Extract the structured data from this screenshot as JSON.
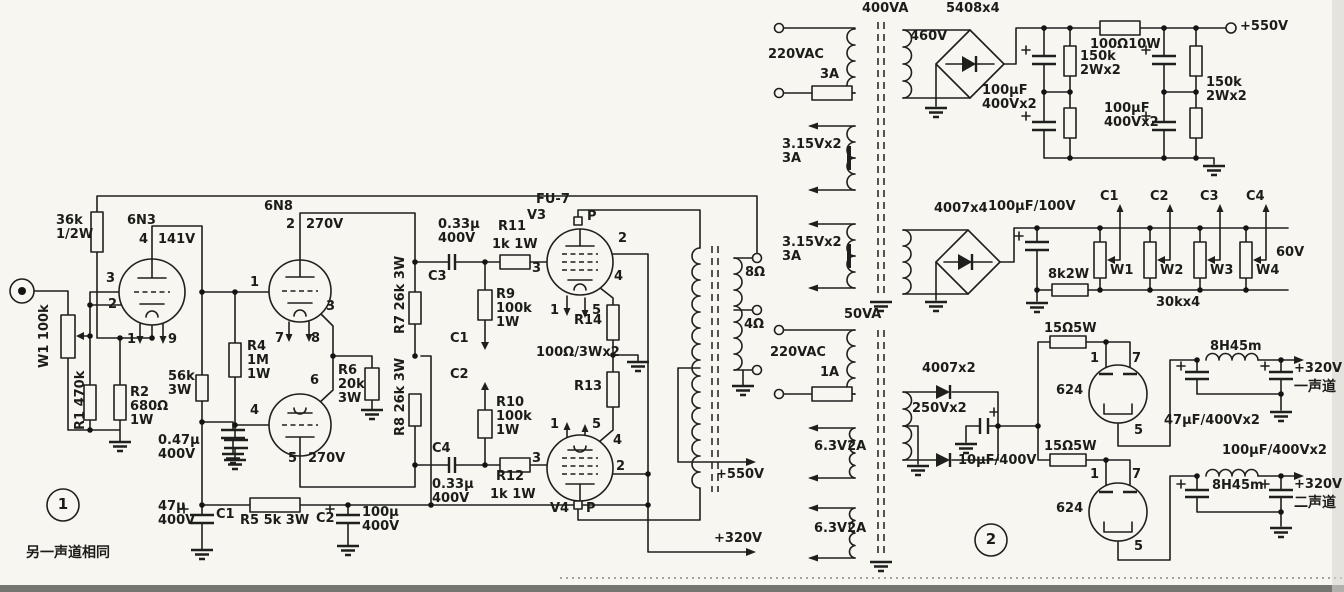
{
  "amp": {
    "badge": "1",
    "note": "另一声道相同",
    "pot_w1": "W1 100k",
    "r1": "R1 470k",
    "r2": "R2\n680Ω\n1W",
    "nfb": "36k\n1/2W",
    "v1_name": "6N3",
    "v1_pin4": "4",
    "v1_plate_v": "141V",
    "v1_pin3": "3",
    "v1_pin2": "2",
    "v1_pin1": "1",
    "v1_pin9": "9",
    "rk": "56k\n3W",
    "ck": "0.47µ\n400V",
    "c1_name": "C1",
    "c1_val": "47µ\n400V",
    "r4": "R4\n1M\n1W",
    "v2_name": "6N8",
    "v2_pin2": "2",
    "v2_plate_v": "270V",
    "v2_pin1": "1",
    "v2_pin7": "7",
    "v2_pin8": "8",
    "v2_pin3": "3",
    "v2_pin6": "6",
    "v2_pin4": "4",
    "v2_pin5": "5",
    "v2_plate_v2": "270V",
    "r6": "R6\n20k\n3W",
    "r5": "R5 5k 3W",
    "c2_name": "C2",
    "c2_val": "100µ\n400V",
    "r7": "R7 26k 3W",
    "r8": "R8 26k 3W",
    "c3_name": "C3",
    "c3_val": "0.33µ\n400V",
    "c4_name": "C4",
    "c4_val": "0.33µ\n400V",
    "r9": "R9\n100k\n1W",
    "r10": "R10\n100k\n1W",
    "r11": "R11",
    "r11_val": "1k 1W",
    "r12": "R12",
    "r12_val": "1k 1W",
    "bias_c1": "C1",
    "bias_c2": "C2",
    "v3_name": "FU-7",
    "v3_id": "V3",
    "v3_p": "P",
    "v3_pin2": "2",
    "v3_pin3": "3",
    "v3_pin1": "1",
    "v3_pin5": "5",
    "v3_pin4": "4",
    "v4_id": "V4",
    "v4_p": "P",
    "v4_pin1": "1",
    "v4_pin5": "5",
    "v4_pin4": "4",
    "v4_pin2": "2",
    "v4_pin3": "3",
    "r14": "R14",
    "r13": "R13",
    "rk_out": "100Ω/3Wx2",
    "tap8": "8Ω",
    "tap4": "4Ω",
    "rail550": "+550V",
    "rail320": "+320V"
  },
  "psu": {
    "badge": "2",
    "t1_va": "400VA",
    "t1_mains": "220VAC",
    "t1_fuse": "3A",
    "t1_hv": "460V",
    "t1_h1": "3.15Vx2\n3A",
    "t1_h2": "3.15Vx2\n3A",
    "bridge1": "5408x4",
    "fcap_a": "100µF\n400Vx2",
    "rdrop": "100Ω10W",
    "bleed_a": "150k\n2Wx2",
    "fcap_b": "100µF\n400Vx2",
    "bleed_b": "150k\n2Wx2",
    "out550": "+550V",
    "bridge2": "4007x4",
    "bias_cap": "100µF/100V",
    "bias_r": "8k2W",
    "bias_pots": "30kx4",
    "bias_v": "60V",
    "bias_c1": "C1",
    "bias_c2": "C2",
    "bias_c3": "C3",
    "bias_c4": "C4",
    "w1": "W1",
    "w2": "W2",
    "w3": "W3",
    "w4": "W4",
    "t2_va": "50VA",
    "t2_mains": "220VAC",
    "t2_fuse": "1A",
    "t2_hv": "250Vx2",
    "t2_h1": "6.3V2A",
    "t2_h2": "6.3V2A",
    "diodes": "4007x2",
    "rect_cap": "10µF/400V",
    "rk1": "15Ω5W",
    "rk2": "15Ω5W",
    "v1_name": "624",
    "v1_pin1": "1",
    "v1_pin7": "7",
    "v1_pin5": "5",
    "v2_name": "624",
    "v2_pin1": "1",
    "v2_pin7": "7",
    "v2_pin5": "5",
    "choke1": "8H45m",
    "choke2": "8H45m",
    "fc1": "47µF/400Vx2",
    "fc2": "100µF/400Vx2",
    "out1": "+320V",
    "ch1": "一声道",
    "out2": "+320V",
    "ch2": "二声道"
  }
}
